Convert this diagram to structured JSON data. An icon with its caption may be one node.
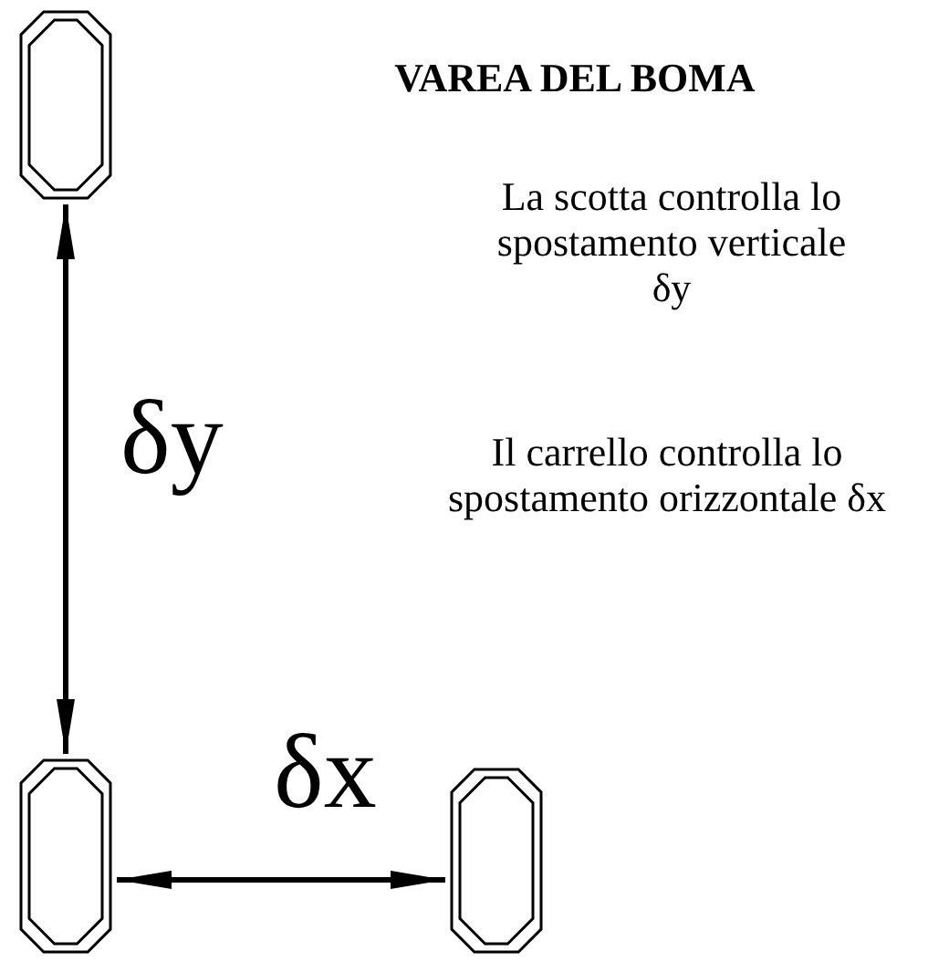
{
  "diagram": {
    "title": "VAREA DEL BOMA",
    "nodes": [
      {
        "text": [],
        "shape": "block"
      },
      {
        "text": [],
        "shape": "block"
      },
      {
        "text": [],
        "shape": "block"
      }
    ],
    "edges": [
      {
        "from": 0,
        "to": 1,
        "arrow": "both",
        "label": "δy"
      },
      {
        "from": 1,
        "to": 2,
        "arrow": "both",
        "label": "δx"
      }
    ],
    "labels": [
      "La scotta controlla lo spostamento verticale δy",
      "Il carrello controlla lo spostamento orizzontale δx"
    ]
  }
}
